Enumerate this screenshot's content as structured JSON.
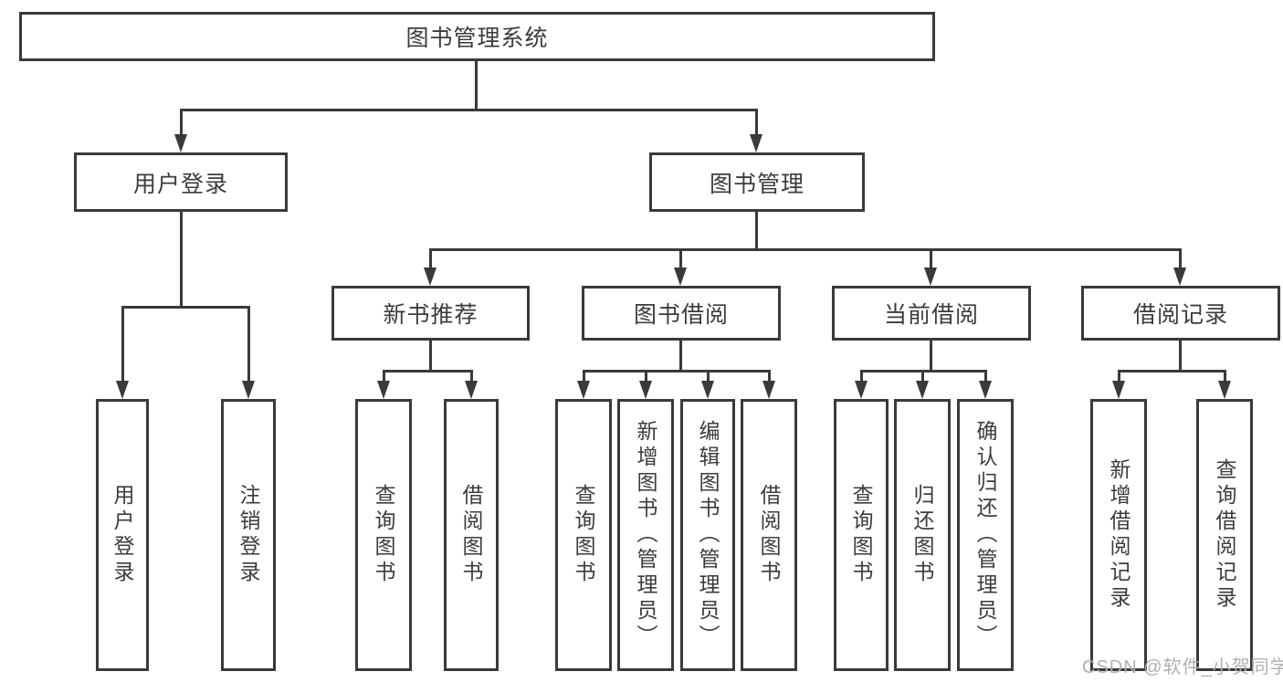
{
  "tree": {
    "label": "图书管理系统",
    "children": [
      {
        "label": "用户登录",
        "children": [
          {
            "label": "用户登录"
          },
          {
            "label": "注销登录"
          }
        ]
      },
      {
        "label": "图书管理",
        "children": [
          {
            "label": "新书推荐",
            "children": [
              {
                "label": "查询图书"
              },
              {
                "label": "借阅图书"
              }
            ]
          },
          {
            "label": "图书借阅",
            "children": [
              {
                "label": "查询图书"
              },
              {
                "label": "新增图书（管理员）"
              },
              {
                "label": "编辑图书（管理员）"
              },
              {
                "label": "借阅图书"
              }
            ]
          },
          {
            "label": "当前借阅",
            "children": [
              {
                "label": "查询图书"
              },
              {
                "label": "归还图书"
              },
              {
                "label": "确认归还（管理员）"
              }
            ]
          },
          {
            "label": "借阅记录",
            "children": [
              {
                "label": "新增借阅记录"
              },
              {
                "label": "查询借阅记录"
              }
            ]
          }
        ]
      }
    ]
  },
  "watermark": "CSDN @软件_小贺同学",
  "colors": {
    "line": "#3a3a3a",
    "text": "#3c3c3c",
    "watermark": "#b0b0b0",
    "background": "#ffffff"
  }
}
